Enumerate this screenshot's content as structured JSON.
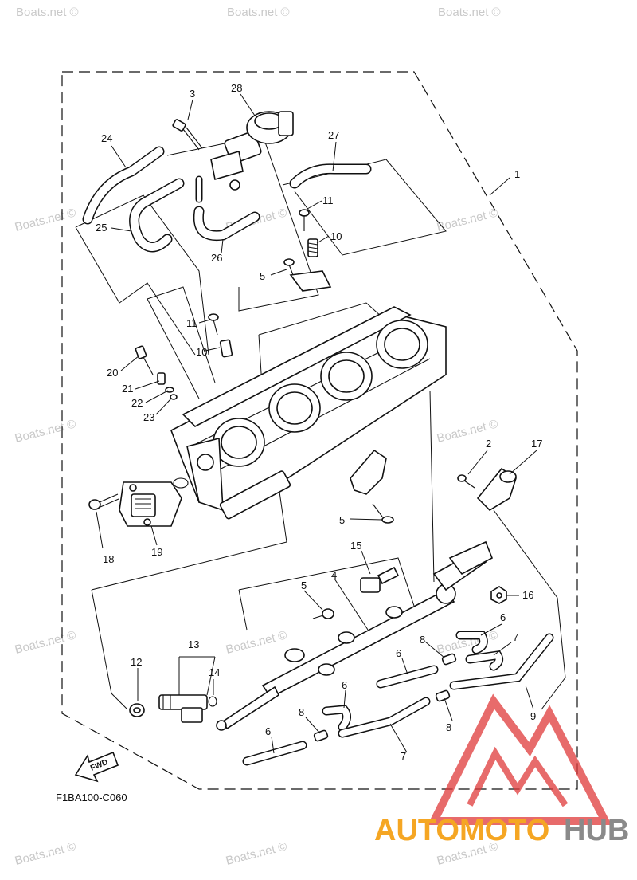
{
  "diagram": {
    "figure_code": "F1BA100-C060",
    "fwd_label": "FWD",
    "callouts": [
      "1",
      "2",
      "3",
      "4",
      "5",
      "5",
      "5",
      "6",
      "6",
      "6",
      "6",
      "7",
      "7",
      "8",
      "8",
      "8",
      "9",
      "10",
      "10",
      "11",
      "11",
      "12",
      "13",
      "14",
      "15",
      "16",
      "17",
      "18",
      "19",
      "20",
      "21",
      "22",
      "23",
      "24",
      "25",
      "26",
      "27",
      "28"
    ]
  },
  "watermarks": {
    "site": "Boats.net ©"
  },
  "brand": {
    "part1": "AUTOMOTO",
    "part2": "HUB",
    "color_orange": "#f5a623",
    "color_gray": "#8a8a8a",
    "color_red": "#e03a3a"
  }
}
